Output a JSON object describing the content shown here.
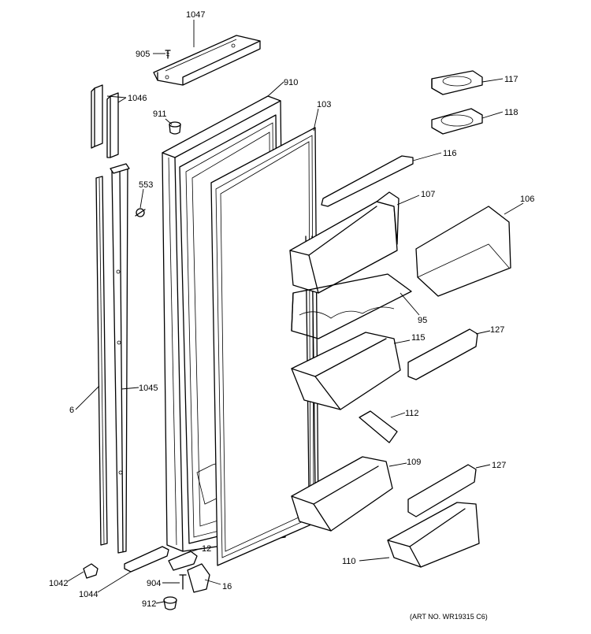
{
  "labels": {
    "p1047": "1047",
    "p905": "905",
    "p910": "910",
    "p911": "911",
    "p1046": "1046",
    "p103": "103",
    "p553": "553",
    "p117": "117",
    "p118": "118",
    "p116": "116",
    "p107": "107",
    "p106": "106",
    "p95": "95",
    "p115": "115",
    "p127a": "127",
    "p112": "112",
    "p109": "109",
    "p127b": "127",
    "p110": "110",
    "p6": "6",
    "p1045": "1045",
    "p12": "12",
    "p1042": "1042",
    "p1044": "1044",
    "p904": "904",
    "p16": "16",
    "p912": "912"
  },
  "art_number": "(ART NO. WR19315 C6)"
}
